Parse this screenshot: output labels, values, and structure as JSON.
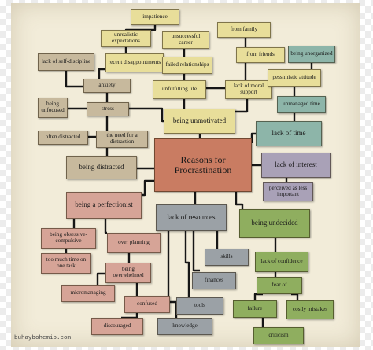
{
  "title": "Reasons for Procrastination",
  "credit": "buhaybohemio.com",
  "nodes": {
    "center": "Reasons for Procrastination",
    "impatience": "impatience",
    "unrealistic": "unrealistic expectations",
    "unsuccessful": "unsuccessful career",
    "family": "from family",
    "lack_discipline": "lack of self-discipline",
    "recent": "recent disappointments",
    "failed": "failed relationships",
    "friends": "from friends",
    "unorganized": "being unorganized",
    "anxiety": "anxiety",
    "unfulfilling": "unfulfilling life",
    "moral": "lack of moral support",
    "pessimistic": "pessimistic attitude",
    "unfocused": "being unfocused",
    "stress": "stress",
    "unmanaged": "unmanaged time",
    "unmotivated": "being unmotivated",
    "lack_time": "lack of time",
    "often": "often distracted",
    "need": "the need for a distraction",
    "lack_interest": "lack of interest",
    "distracted": "being distracted",
    "perceived": "perceived as less important",
    "perfectionist": "being a perfectionist",
    "resources": "lack of resources",
    "undecided": "being undecided",
    "obsessive": "being obsessive-compulsive",
    "overplanning": "over planning",
    "too_much": "too much time on one task",
    "skills": "skills",
    "confidence": "lack of confidence",
    "overwhelmed": "being overwhelmed",
    "finances": "finances",
    "fear": "fear of",
    "micromanaging": "micromanaging",
    "confused": "confused",
    "tools": "tools",
    "failure": "failure",
    "costly": "costly mistakes",
    "discouraged": "discouraged",
    "knowledge": "knowledge",
    "criticism": "criticism"
  }
}
